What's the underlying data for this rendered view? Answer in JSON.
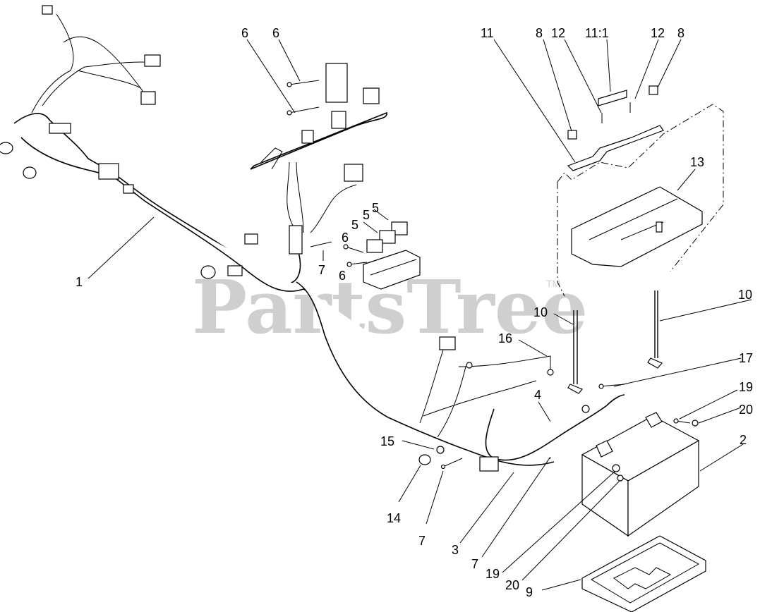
{
  "watermark": {
    "text": "PartsTree",
    "trademark": "TM"
  },
  "callouts": [
    {
      "id": "c-1",
      "label": "1"
    },
    {
      "id": "c-6a",
      "label": "6"
    },
    {
      "id": "c-6b",
      "label": "6"
    },
    {
      "id": "c-11",
      "label": "11"
    },
    {
      "id": "c-8a",
      "label": "8"
    },
    {
      "id": "c-12a",
      "label": "12"
    },
    {
      "id": "c-11-1",
      "label": "11:1"
    },
    {
      "id": "c-12b",
      "label": "12"
    },
    {
      "id": "c-8b",
      "label": "8"
    },
    {
      "id": "c-13",
      "label": "13"
    },
    {
      "id": "c-5a",
      "label": "5"
    },
    {
      "id": "c-5b",
      "label": "5"
    },
    {
      "id": "c-5c",
      "label": "5"
    },
    {
      "id": "c-6c",
      "label": "6"
    },
    {
      "id": "c-6d",
      "label": "6"
    },
    {
      "id": "c-7a",
      "label": "7"
    },
    {
      "id": "c-10a",
      "label": "10"
    },
    {
      "id": "c-10b",
      "label": "10"
    },
    {
      "id": "c-16",
      "label": "16"
    },
    {
      "id": "c-17",
      "label": "17"
    },
    {
      "id": "c-4",
      "label": "4"
    },
    {
      "id": "c-19a",
      "label": "19"
    },
    {
      "id": "c-20a",
      "label": "20"
    },
    {
      "id": "c-2",
      "label": "2"
    },
    {
      "id": "c-15",
      "label": "15"
    },
    {
      "id": "c-14",
      "label": "14"
    },
    {
      "id": "c-7b",
      "label": "7"
    },
    {
      "id": "c-3",
      "label": "3"
    },
    {
      "id": "c-7c",
      "label": "7"
    },
    {
      "id": "c-19b",
      "label": "19"
    },
    {
      "id": "c-20b",
      "label": "20"
    },
    {
      "id": "c-9",
      "label": "9"
    }
  ]
}
